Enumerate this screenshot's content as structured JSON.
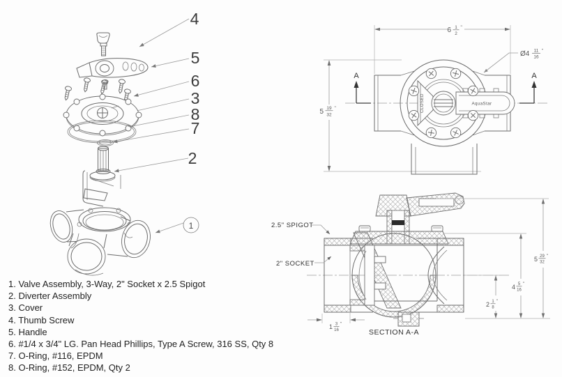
{
  "page": {
    "background": "#fdfdfd",
    "line_color": "#6a6a6a",
    "dim_color": "#9a9a9a",
    "text_color": "#1e1e1e"
  },
  "exploded_view": {
    "callouts": {
      "c4": "4",
      "c5": "5",
      "c6": "6",
      "c3": "3",
      "c8": "8",
      "c7": "7",
      "c2": "2",
      "c1": "1"
    }
  },
  "top_view": {
    "width_dim": {
      "whole": "6",
      "num": "1",
      "den": "2",
      "unit": "\""
    },
    "diameter_dim": {
      "whole": "Ø4",
      "num": "11",
      "den": "16",
      "unit": "\""
    },
    "height_dim": {
      "whole": "5",
      "num": "19",
      "den": "32",
      "unit": "\""
    },
    "section_label_left": "A",
    "section_label_right": "A",
    "knob_label": "CLOSED",
    "handle_brand": "AquaStar"
  },
  "section_view": {
    "spigot_label": "2.5\" SPIGOT",
    "socket_label": "2\" SOCKET",
    "title": "SECTION A-A",
    "socket_depth_dim": {
      "whole": "1",
      "num": "3",
      "den": "16",
      "unit": "\""
    },
    "centerline_dim": {
      "whole": "2",
      "num": "1",
      "den": "8",
      "unit": "\""
    },
    "port_top_dim": {
      "whole": "4",
      "num": "5",
      "den": "16",
      "unit": "\""
    },
    "overall_height_dim": {
      "whole": "5",
      "num": "29",
      "den": "32",
      "unit": "\""
    }
  },
  "parts_list": {
    "items": [
      "1. Valve Assembly, 3-Way, 2\" Socket x 2.5 Spigot",
      "2. Diverter Assembly",
      "3. Cover",
      "4. Thumb Screw",
      "5. Handle",
      "6. #1/4 x 3/4\" LG. Pan Head Phillips, Type A Screw, 316 SS, Qty 8",
      "7. O-Ring, #116, EPDM",
      "8. O-Ring, #152, EPDM, Qty 2"
    ]
  }
}
